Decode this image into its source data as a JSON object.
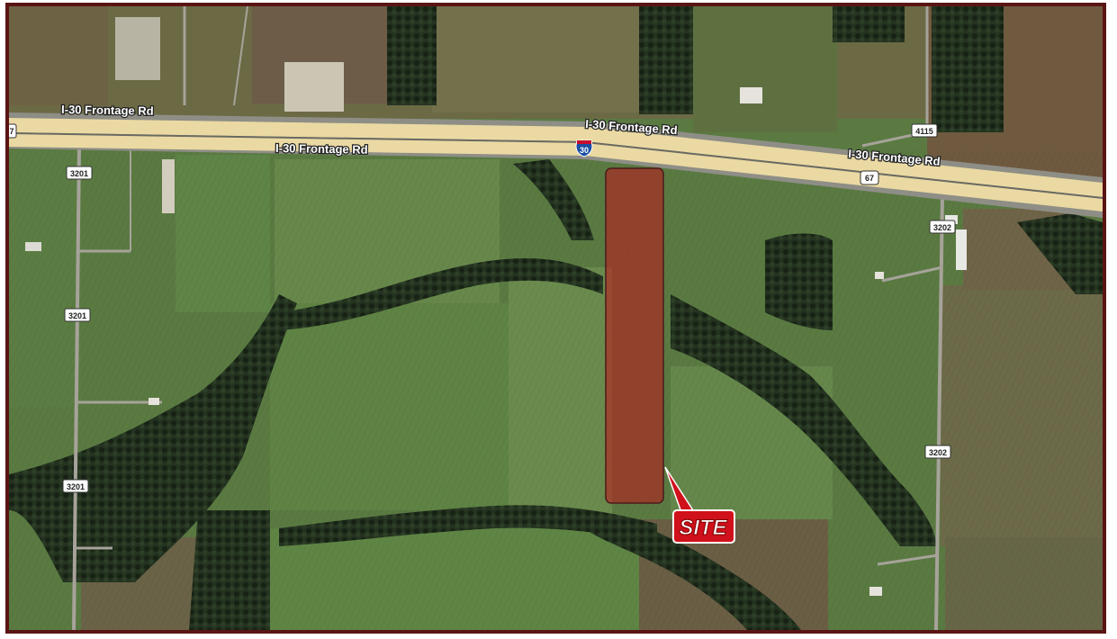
{
  "map": {
    "roads": {
      "frontage_label": "I-30 Frontage Rd",
      "interstate_shield": "30",
      "highway_shield": "67",
      "county_road_left": "3201",
      "county_road_right": "3202",
      "county_road_top": "4115",
      "edge_shield": "7"
    },
    "site": {
      "label": "SITE",
      "fill_color": "#c0141e",
      "callout_color": "#d0101a"
    },
    "colors": {
      "frame": "#5a1414",
      "highway_fill": "#ead9a2",
      "road_edge": "#8e8e86",
      "field_green": "#5d7e44",
      "trees_dark": "#1f2d1c"
    }
  }
}
